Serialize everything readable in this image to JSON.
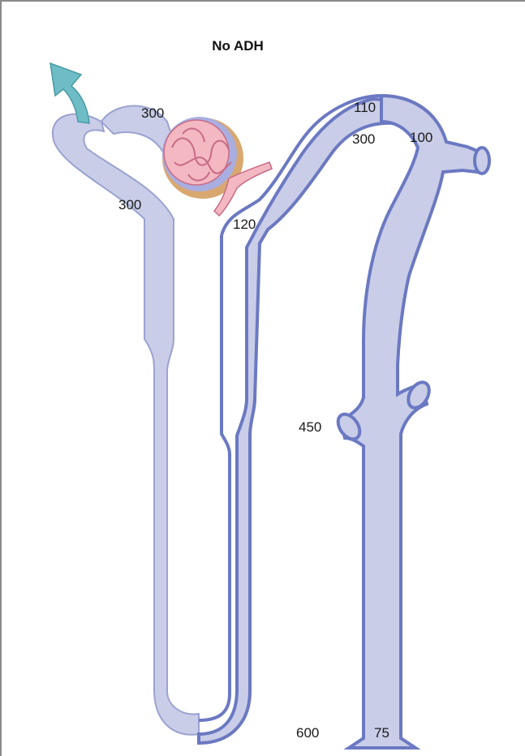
{
  "title": "No ADH",
  "labels": {
    "proximal_top": "300",
    "proximal_side": "300",
    "thick_ascending": "120",
    "dct_outer": "110",
    "dct_inner": "300",
    "dct_right": "100",
    "medulla_mid": "450",
    "medulla_bottom": "600",
    "collecting_bottom": "75"
  },
  "colors": {
    "tubule_fill": "#c9cde8",
    "tubule_dark_outline": "#6b79c2",
    "tubule_light_outline": "#9aa3cf",
    "arrow_fill": "#6dbcc6",
    "glomerulus_pink": "#f3b8c2",
    "capsule_tan": "#d9a870",
    "capsule_blue": "#a9aee0"
  },
  "icons": {
    "reabsorption_arrow": "curved-arrow-up-left-icon",
    "glomerulus": "glomerulus-icon"
  }
}
